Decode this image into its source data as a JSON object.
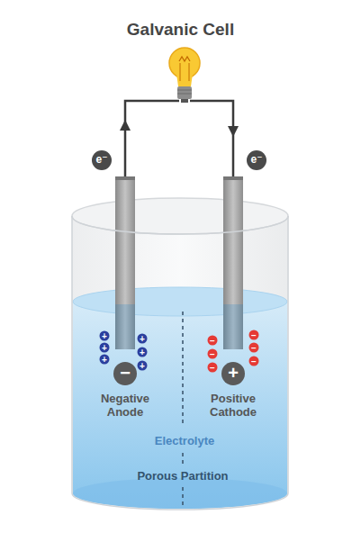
{
  "diagram": {
    "title": "Galvanic Cell",
    "nodes": [
      {
        "text": [
          "−",
          "Negative Anode"
        ]
      },
      {
        "text": [
          "+",
          "Positive Cathode"
        ]
      }
    ],
    "labels": [
      "e⁻",
      "e⁻",
      "+",
      "+",
      "+",
      "+",
      "+",
      "+",
      "−",
      "−",
      "−",
      "−",
      "−",
      "−",
      "Electrolyte",
      "Porous Partition"
    ]
  }
}
